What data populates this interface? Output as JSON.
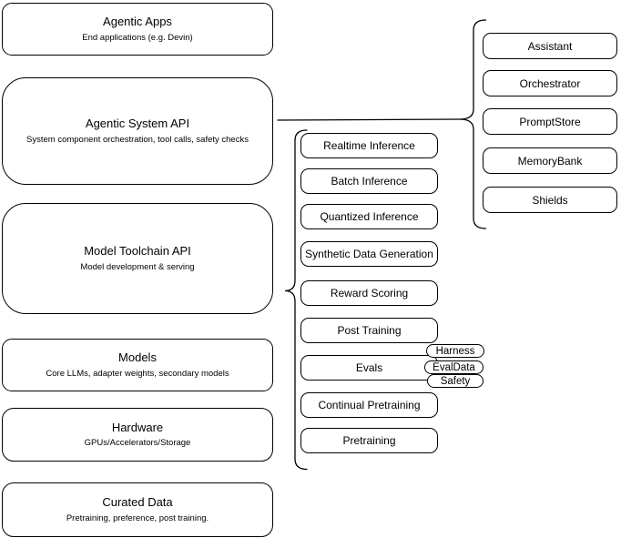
{
  "diagram": {
    "left_stack": [
      {
        "title": "Agentic Apps",
        "subtitle": "End applications (e.g. Devin)"
      },
      {
        "title": "Agentic System API",
        "subtitle": "System component orchestration, tool calls, safety checks"
      },
      {
        "title": "Model Toolchain API",
        "subtitle": "Model development & serving"
      },
      {
        "title": "Models",
        "subtitle": "Core LLMs, adapter weights, secondary models"
      },
      {
        "title": "Hardware",
        "subtitle": "GPUs/Accelerators/Storage"
      },
      {
        "title": "Curated Data",
        "subtitle": "Pretraining, preference, post training."
      }
    ],
    "toolchain_components": [
      "Realtime Inference",
      "Batch Inference",
      "Quantized Inference",
      "Synthetic Data Generation",
      "Reward Scoring",
      "Post Training",
      "Evals",
      "Continual Pretraining",
      "Pretraining"
    ],
    "evals_tags": [
      "Harness",
      "EvalData",
      "Safety"
    ],
    "system_components": [
      "Assistant",
      "Orchestrator",
      "PromptStore",
      "MemoryBank",
      "Shields"
    ],
    "colors": {
      "stroke": "#000000",
      "fill": "#ffffff",
      "text": "#000000",
      "background": "#ffffff"
    }
  }
}
